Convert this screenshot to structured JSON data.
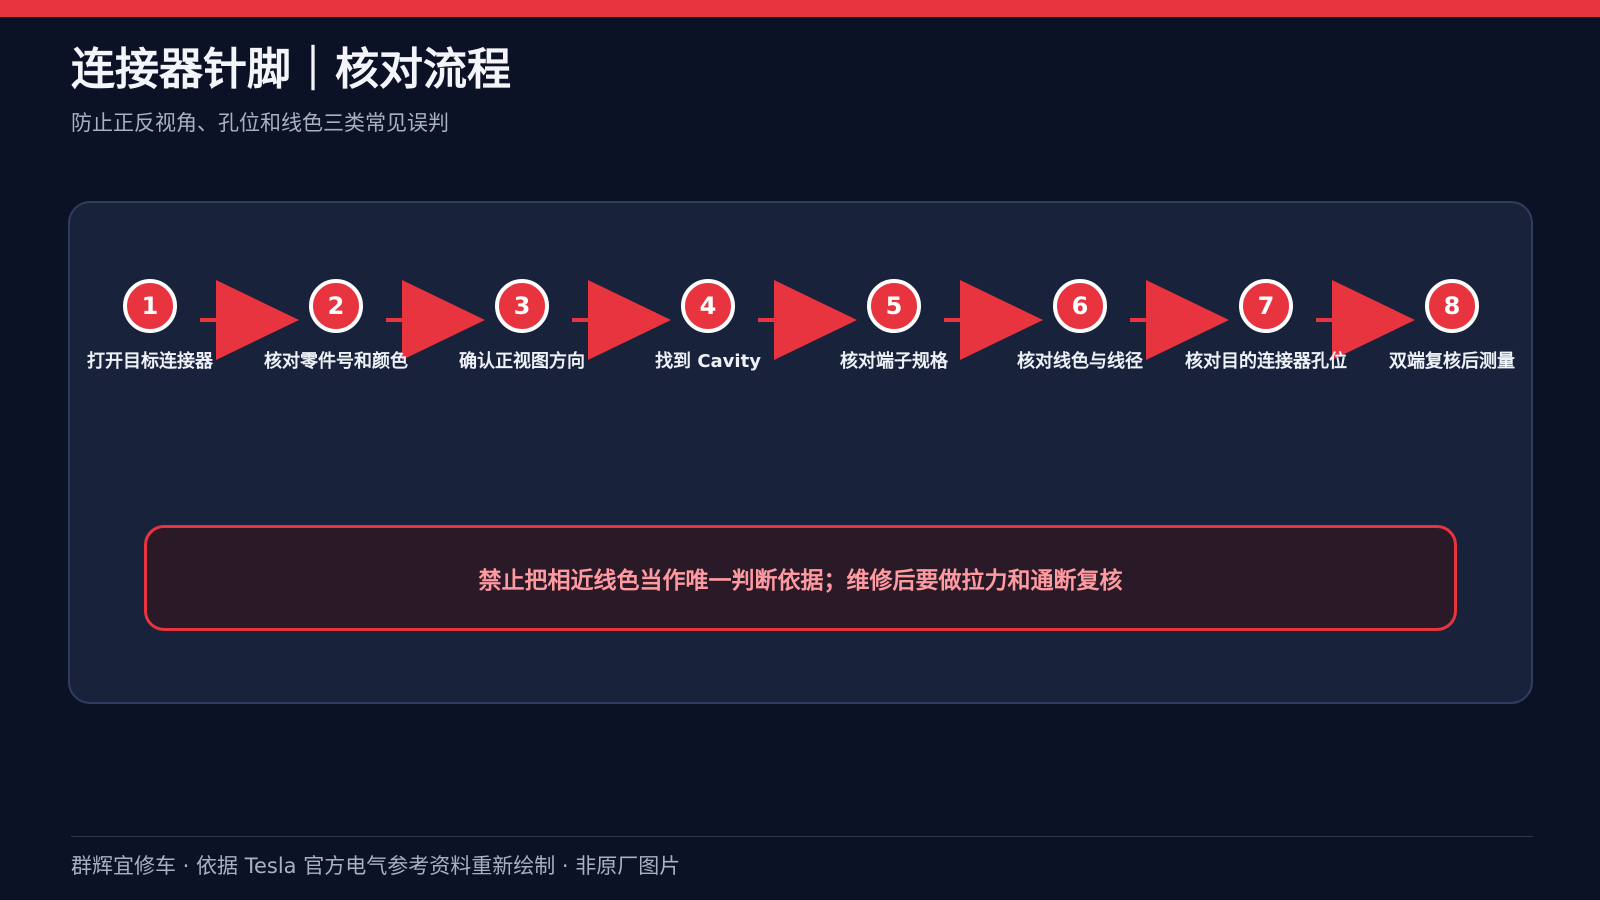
{
  "page": {
    "title": "连接器针脚｜核对流程",
    "subtitle": "防止正反视角、孔位和线色三类常见误判"
  },
  "flow": {
    "steps": [
      {
        "number": "1",
        "label": "打开目标连接器"
      },
      {
        "number": "2",
        "label": "核对零件号和颜色"
      },
      {
        "number": "3",
        "label": "确认正视图方向"
      },
      {
        "number": "4",
        "label": "找到 Cavity"
      },
      {
        "number": "5",
        "label": "核对端子规格"
      },
      {
        "number": "6",
        "label": "核对线色与线径"
      },
      {
        "number": "7",
        "label": "核对目的连接器孔位"
      },
      {
        "number": "8",
        "label": "双端复核后测量"
      }
    ]
  },
  "warning": {
    "text": "禁止把相近线色当作唯一判断依据；维修后要做拉力和通断复核"
  },
  "footer": {
    "text": "群辉宜修车 · 依据 Tesla 官方电气参考资料重新绘制 · 非原厂图片"
  },
  "colors": {
    "accent": "#e8343f",
    "background": "#0c1225",
    "panel": "#18223a",
    "warning_text": "#ff9aa0"
  }
}
